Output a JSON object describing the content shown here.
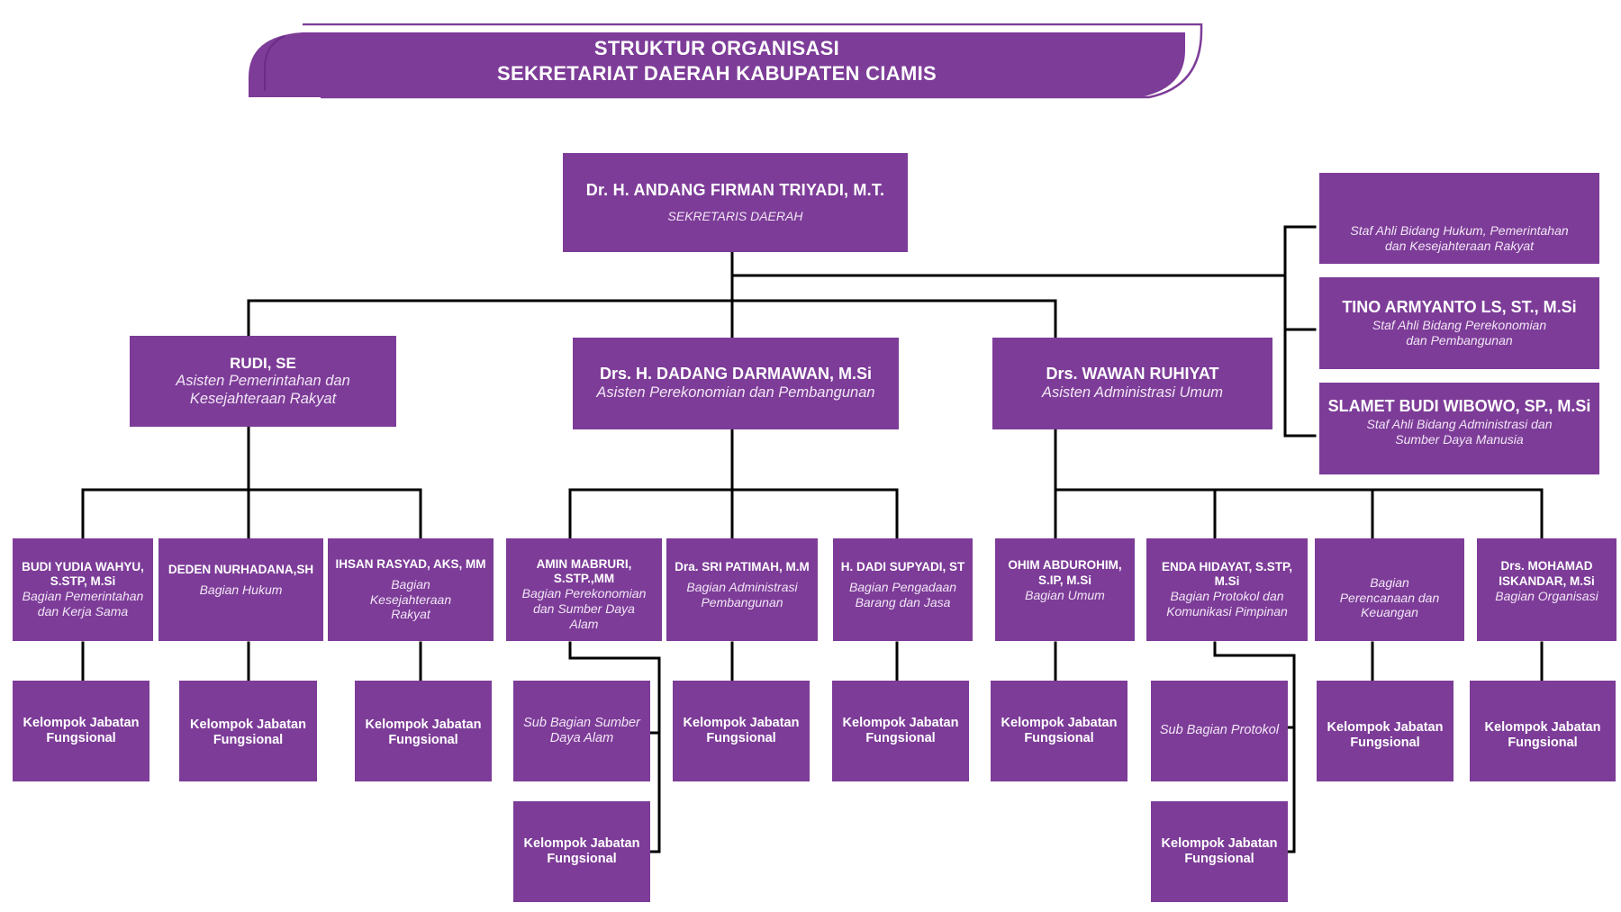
{
  "title": {
    "line1": "STRUKTUR ORGANISASI",
    "line2": "SEKRETARIAT DAERAH KABUPATEN CIAMIS"
  },
  "colors": {
    "box": "#7d3c98",
    "text": "#ffffff",
    "connector": "#000000"
  },
  "sekda": {
    "name": "Dr. H. ANDANG FIRMAN TRIYADI, M.T.",
    "role": "SEKRETARIS DAERAH"
  },
  "staf_ahli": [
    {
      "name": "",
      "role": "Staf Ahli Bidang Hukum, Pemerintahan dan Kesejahteraan Rakyat"
    },
    {
      "name": "TINO ARMYANTO LS, ST., M.Si",
      "role": "Staf Ahli Bidang Perekonomian dan Pembangunan"
    },
    {
      "name": "SLAMET BUDI WIBOWO, SP., M.Si",
      "role": "Staf Ahli Bidang Administrasi dan Sumber Daya Manusia"
    }
  ],
  "asisten": [
    {
      "name": "RUDI, SE",
      "role": "Asisten Pemerintahan dan Kesejahteraan Rakyat"
    },
    {
      "name": "Drs. H. DADANG DARMAWAN, M.Si",
      "role": "Asisten Perekonomian dan Pembangunan"
    },
    {
      "name": "Drs. WAWAN RUHIYAT",
      "role": "Asisten Administrasi Umum"
    }
  ],
  "bagian": [
    {
      "name": "BUDI YUDIA WAHYU, S.STP, M.Si",
      "role": "Bagian Pemerintahan dan Kerja Sama"
    },
    {
      "name": "DEDEN NURHADANA,SH",
      "role": "Bagian Hukum"
    },
    {
      "name": "IHSAN RASYAD, AKS, MM",
      "role": "Bagian Kesejahteraan Rakyat"
    },
    {
      "name": "AMIN MABRURI, S.STP.,MM",
      "role": "Bagian Perekonomian dan Sumber Daya Alam"
    },
    {
      "name": "Dra. SRI PATIMAH, M.M",
      "role": "Bagian Administrasi Pembangunan"
    },
    {
      "name": "H. DADI SUPYADI, ST",
      "role": "Bagian Pengadaan Barang dan Jasa"
    },
    {
      "name": "OHIM ABDUROHIM, S.IP, M.Si",
      "role": "Bagian Umum"
    },
    {
      "name": "ENDA HIDAYAT, S.STP, M.Si",
      "role": "Bagian Protokol dan Komunikasi Pimpinan"
    },
    {
      "name": "",
      "role": "Bagian Perencanaan dan Keuangan"
    },
    {
      "name": "Drs. MOHAMAD ISKANDAR, M.Si",
      "role": "Bagian Organisasi"
    }
  ],
  "sub_units": [
    {
      "label": "Kelompok Jabatan Fungsional",
      "type": "kjf"
    },
    {
      "label": "Kelompok Jabatan Fungsional",
      "type": "kjf"
    },
    {
      "label": "Kelompok Jabatan Fungsional",
      "type": "kjf"
    },
    {
      "label": "Sub Bagian Sumber Daya Alam",
      "type": "subbag"
    },
    {
      "label": "Kelompok Jabatan Fungsional",
      "type": "kjf"
    },
    {
      "label": "Kelompok Jabatan Fungsional",
      "type": "kjf"
    },
    {
      "label": "Kelompok Jabatan Fungsional",
      "type": "kjf"
    },
    {
      "label": "Kelompok Jabatan Fungsional",
      "type": "kjf"
    },
    {
      "label": "Sub Bagian Protokol",
      "type": "subbag"
    },
    {
      "label": "Kelompok Jabatan Fungsional",
      "type": "kjf"
    },
    {
      "label": "Kelompok Jabatan Fungsional",
      "type": "kjf"
    },
    {
      "label": "Kelompok Jabatan Fungsional",
      "type": "kjf"
    }
  ]
}
